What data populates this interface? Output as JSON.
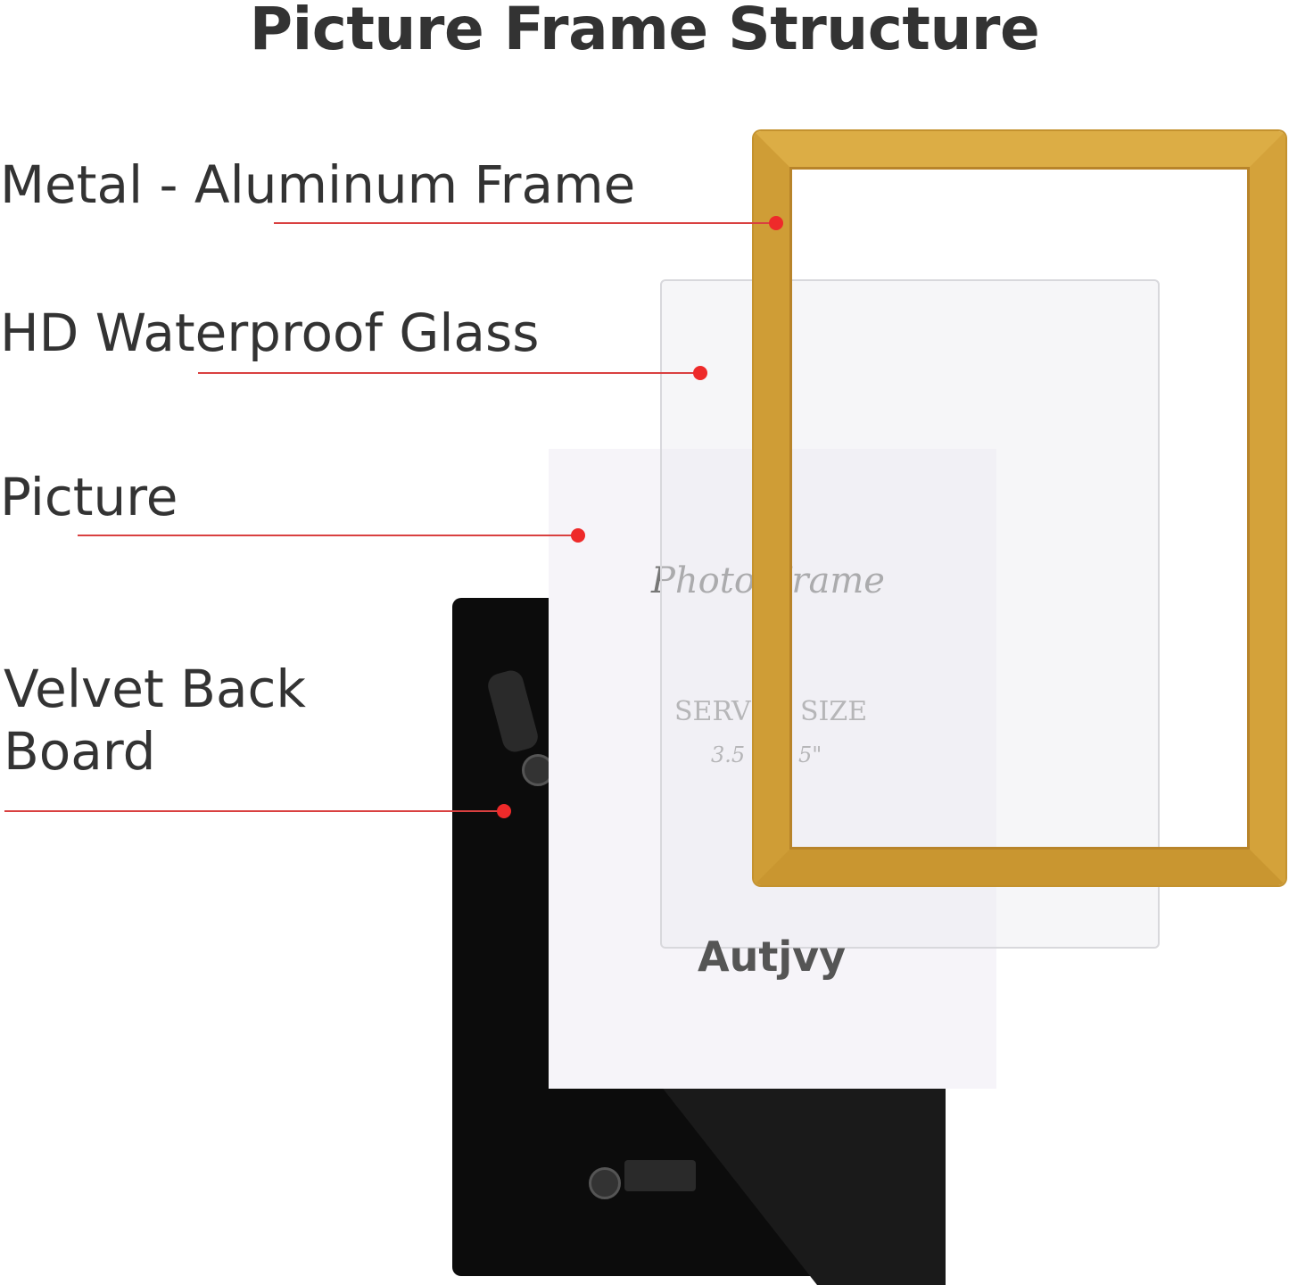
{
  "title": "Picture Frame Structure",
  "labels": [
    {
      "text": "Metal - Aluminum Frame"
    },
    {
      "text": "HD Waterproof Glass"
    },
    {
      "text": "Picture"
    },
    {
      "text_line1": "Velvet Back",
      "text_line2": "Board"
    }
  ],
  "picture_insert": {
    "script_text": "Photo Frame",
    "size_word_left": "SERVI",
    "size_word_right": "SIZE",
    "size_left": "3.5",
    "size_right": "5\""
  },
  "brand": "Autjvy",
  "colors": {
    "leader_line": "#d94040",
    "dot": "#ee2a2a",
    "frame_gold": "#d4a23a",
    "back_board": "#0c0c0c"
  }
}
